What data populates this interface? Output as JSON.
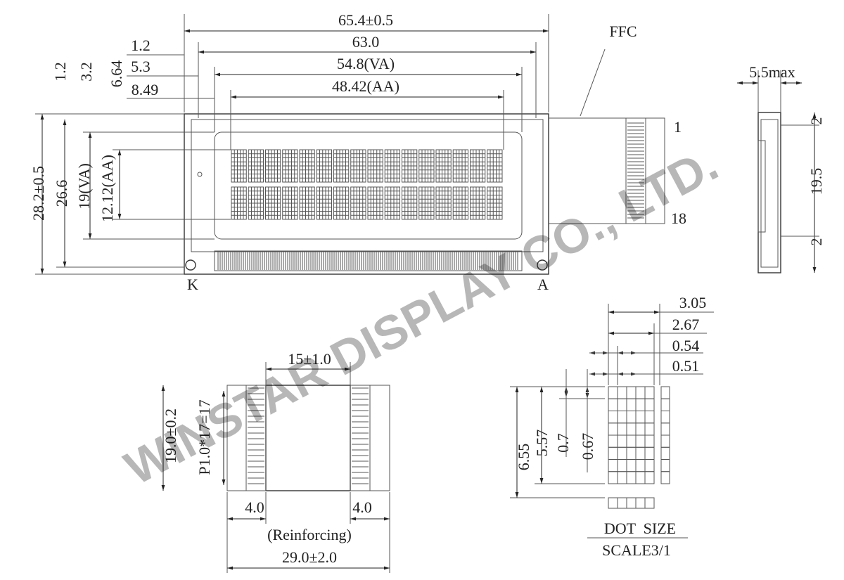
{
  "front_view": {
    "width_labels": [
      "65.4±0.5",
      "63.0",
      "54.8(VA)",
      "48.42(AA)"
    ],
    "offset_labels": [
      "1.2",
      "5.3",
      "8.49"
    ],
    "vert_small_labels": [
      "1.2",
      "3.2",
      "6.64"
    ],
    "height_labels": [
      "28.2±0.5",
      "26.6",
      "19(VA)",
      "12.12(AA)"
    ],
    "ffc_label": "FFC",
    "pin_first": "1",
    "pin_last": "18",
    "cathode": "K",
    "anode": "A",
    "chars_per_row": 16,
    "rows": 2
  },
  "side_view": {
    "thickness": "5.5max",
    "top_margin": "2",
    "height": "19.5",
    "bottom_margin": "2"
  },
  "ffc_detail": {
    "body_width": "15±1.0",
    "height": "19.0±0.2",
    "pitch": "P1.0*17=17",
    "left_reinforce": "4.0",
    "right_reinforce": "4.0",
    "reinforcing_label": "(Reinforcing)",
    "total_length": "29.0±2.0"
  },
  "dot_detail": {
    "widths": [
      "3.05",
      "2.67",
      "0.54",
      "0.51"
    ],
    "heights": [
      "6.55",
      "5.57",
      "0.7",
      "0.67"
    ],
    "title": "DOT  SIZE",
    "scale": "SCALE3/1"
  },
  "watermark": "WINSTAR DISPLAY CO., LTD."
}
